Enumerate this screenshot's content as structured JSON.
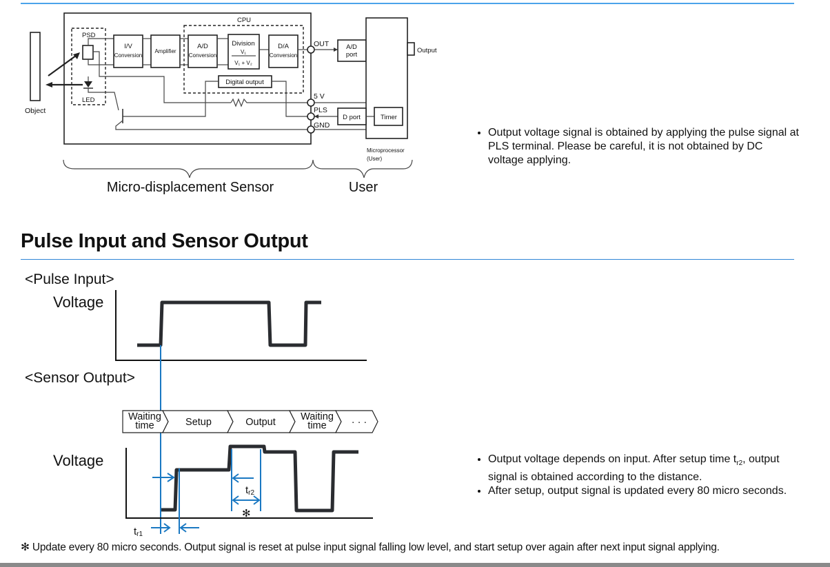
{
  "block_diagram": {
    "object_label": "Object",
    "psd_label": "PSD",
    "led_label": "LED",
    "cpu_label": "CPU",
    "blocks": {
      "iv": {
        "line1": "I/V",
        "line2": "Conversion"
      },
      "amplifier": "Amplifier",
      "ad": {
        "line1": "A/D",
        "line2": "Conversion"
      },
      "division": {
        "title": "Division",
        "numerator": "V₁",
        "denominator": "V₁ + V₂"
      },
      "da": {
        "line1": "D/A",
        "line2": "Conversion"
      },
      "digital_output": "Digital output"
    },
    "terminals": [
      "OUT",
      "5 V",
      "PLS",
      "GND"
    ],
    "user_side": {
      "ad_port": {
        "line1": "A/D",
        "line2": "port"
      },
      "d_port": "D port",
      "timer": "Timer",
      "output": "Output",
      "microprocessor": {
        "line1": "Microprocessor",
        "line2": "(User)"
      }
    },
    "brace_labels": {
      "sensor": "Micro-displacement Sensor",
      "user": "User"
    }
  },
  "notes_top": [
    "Output voltage signal is obtained by applying the pulse signal at PLS terminal. Please be careful, it is not obtained by DC voltage applying."
  ],
  "section": {
    "title": "Pulse Input and Sensor Output"
  },
  "timing": {
    "pulse_input_label": "<Pulse Input>",
    "voltage_label": "Voltage",
    "sensor_output_label": "<Sensor Output>",
    "voltage_label_2": "Voltage",
    "phases": [
      {
        "line1": "Waiting",
        "line2": "time"
      },
      {
        "line1": "Setup"
      },
      {
        "line1": "Output"
      },
      {
        "line1": "Waiting",
        "line2": "time"
      },
      {
        "line1": "· · ·"
      }
    ],
    "tr1": {
      "main": "t",
      "sub": "r1"
    },
    "tr2": {
      "main": "t",
      "sub": "r2"
    },
    "asterisk": "✻",
    "accent_color": "#1a78c2"
  },
  "notes_bottom": [
    "Output voltage depends on input. After setup time t",
    "r2",
    ", output signal is obtained according to the distance.",
    "After setup, output signal is updated every 80 micro seconds."
  ],
  "footnote": "✻ Update every 80 micro seconds. Output signal is reset at pulse input signal falling low level, and start setup over again after next input signal applying."
}
